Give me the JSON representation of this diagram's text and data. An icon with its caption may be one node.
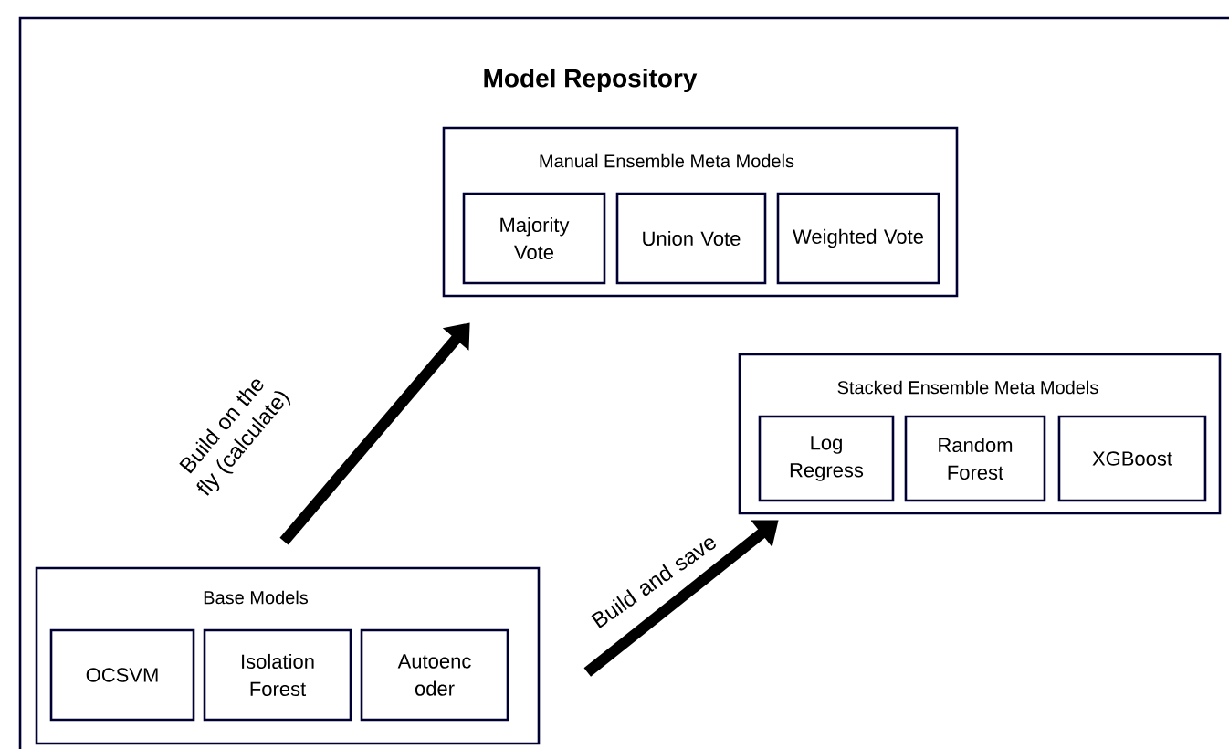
{
  "diagram": {
    "nodes": [
      {
        "text": [
          "Model Repository"
        ]
      },
      {
        "text": [
          "Manual Ensemble Meta Models"
        ],
        "in": 0
      },
      {
        "text": [
          "Majority Vote"
        ],
        "in": 1
      },
      {
        "text": [
          "Union Vote"
        ],
        "in": 1
      },
      {
        "text": [
          "Weighted Vote"
        ],
        "in": 1
      },
      {
        "text": [
          "Stacked Ensemble Meta Models"
        ],
        "in": 0
      },
      {
        "text": [
          "Log Regress"
        ],
        "in": 5
      },
      {
        "text": [
          "Random Forest"
        ],
        "in": 5
      },
      {
        "text": [
          "XGBoost"
        ],
        "in": 5
      },
      {
        "text": [
          "Base Models"
        ],
        "in": 0
      },
      {
        "text": [
          "OCSVM"
        ],
        "in": 9
      },
      {
        "text": [
          "Isolation Forest"
        ],
        "in": 9
      },
      {
        "text": [
          "Autoenc oder"
        ],
        "in": 9
      }
    ],
    "edges": [
      {
        "from": 9,
        "to": 1,
        "arrow": "to",
        "label": "Build on the fly (calculate)"
      },
      {
        "from": 9,
        "to": 5,
        "arrow": "to",
        "label": "Build and save"
      }
    ]
  }
}
